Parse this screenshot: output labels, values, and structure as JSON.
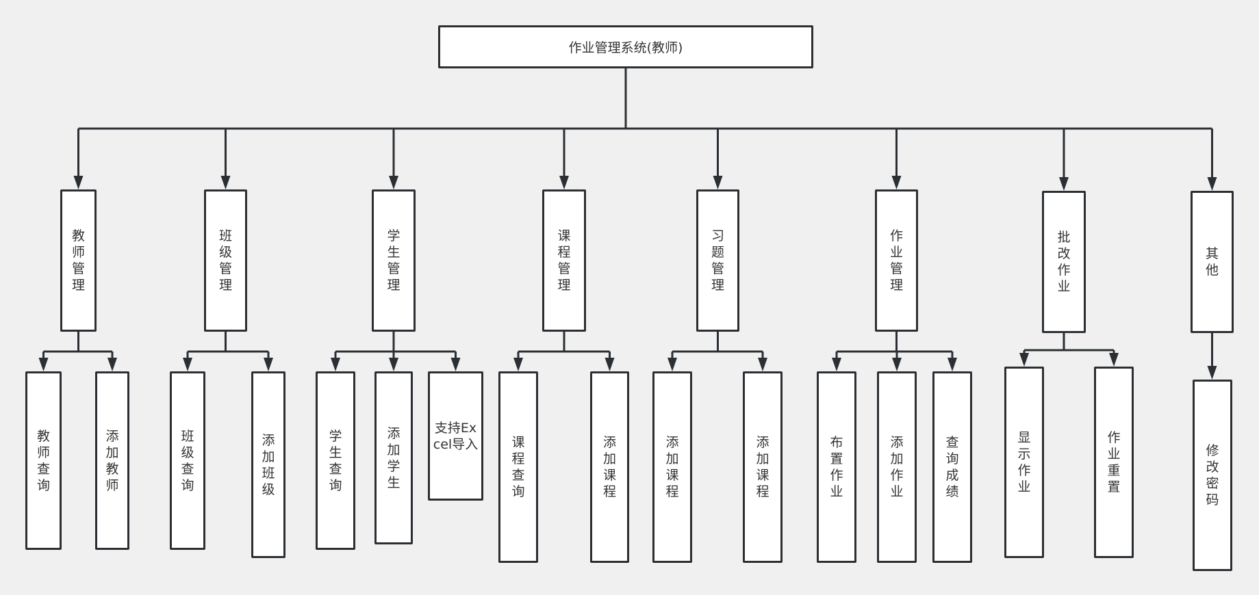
{
  "diagram": {
    "type": "hierarchy-tree",
    "root": {
      "id": "root",
      "label": "作业管理系统(教师)",
      "children": [
        {
          "id": "teacher",
          "label": "教师管理",
          "children": [
            {
              "id": "teacher-query",
              "label": "教师查询"
            },
            {
              "id": "teacher-add",
              "label": "添加教师"
            }
          ]
        },
        {
          "id": "class",
          "label": "班级管理",
          "children": [
            {
              "id": "class-query",
              "label": "班级查询"
            },
            {
              "id": "class-add",
              "label": "添加班级"
            }
          ]
        },
        {
          "id": "student",
          "label": "学生管理",
          "children": [
            {
              "id": "student-query",
              "label": "学生查询"
            },
            {
              "id": "student-add",
              "label": "添加学生"
            },
            {
              "id": "student-excel",
              "label": "支持Excel导入"
            }
          ]
        },
        {
          "id": "course",
          "label": "课程管理",
          "children": [
            {
              "id": "course-query",
              "label": "课程查询"
            },
            {
              "id": "course-add",
              "label": "添加课程"
            }
          ]
        },
        {
          "id": "exercise",
          "label": "习题管理",
          "children": [
            {
              "id": "exercise-add-1",
              "label": "添加课程"
            },
            {
              "id": "exercise-add-2",
              "label": "添加课程"
            }
          ]
        },
        {
          "id": "homework",
          "label": "作业管理",
          "children": [
            {
              "id": "homework-assign",
              "label": "布置作业"
            },
            {
              "id": "homework-add",
              "label": "添加作业"
            },
            {
              "id": "homework-scores",
              "label": "查询成绩"
            }
          ]
        },
        {
          "id": "grading",
          "label": "批改作业",
          "children": [
            {
              "id": "grading-show",
              "label": "显示作业"
            },
            {
              "id": "grading-reset",
              "label": "作业重置"
            }
          ]
        },
        {
          "id": "other",
          "label": "其他",
          "children": [
            {
              "id": "other-password",
              "label": "修改密码"
            }
          ]
        }
      ]
    }
  },
  "colors": {
    "background": "#f0f0f0",
    "node_fill": "#ffffff",
    "stroke": "#2b2f33",
    "text": "#333333"
  }
}
